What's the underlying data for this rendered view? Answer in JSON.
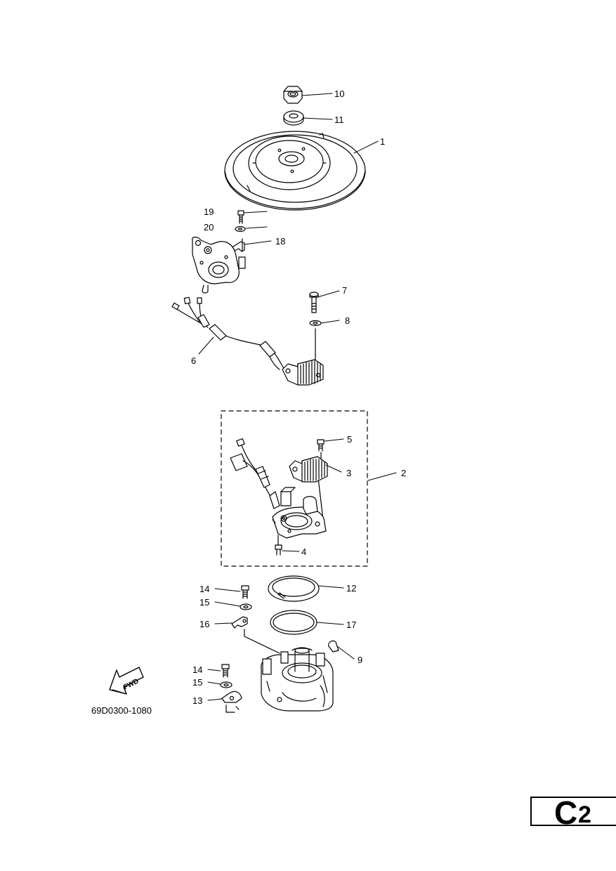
{
  "diagram": {
    "part_number": "69D0300-1080",
    "fwd_label": "FWD",
    "page_code_letter": "C",
    "page_code_number": "2",
    "callouts": {
      "c1": "1",
      "c2": "2",
      "c3": "3",
      "c4": "4",
      "c5": "5",
      "c6": "6",
      "c7": "7",
      "c8": "8",
      "c9": "9",
      "c10": "10",
      "c11": "11",
      "c12": "12",
      "c13": "13",
      "c14a": "14",
      "c14b": "14",
      "c15a": "15",
      "c15b": "15",
      "c16": "16",
      "c17": "17",
      "c18": "18",
      "c19": "19",
      "c20": "20"
    }
  }
}
